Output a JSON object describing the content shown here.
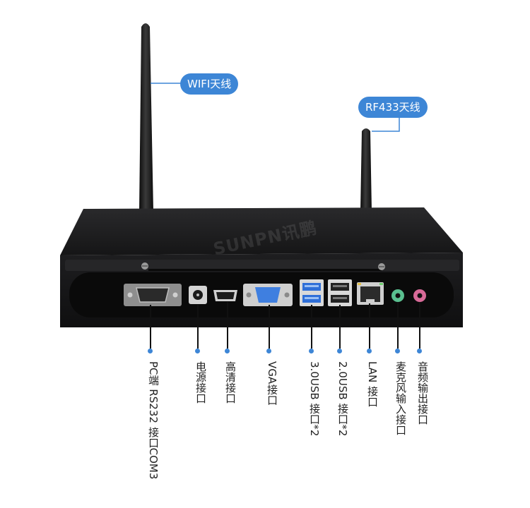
{
  "callouts": {
    "wifi": "WIFI天线",
    "rf": "RF433天线"
  },
  "watermark": "SUNPN讯鹏",
  "ports": [
    {
      "id": "rs232",
      "label": "PC端 RS232 接口COM3"
    },
    {
      "id": "power",
      "label": "电源接口"
    },
    {
      "id": "hdmi",
      "label": "高清接口"
    },
    {
      "id": "vga",
      "label": "VGA接口"
    },
    {
      "id": "usb3",
      "label": "3.0USB 接口*2"
    },
    {
      "id": "usb2",
      "label": "2.0USB 接口*2"
    },
    {
      "id": "lan",
      "label": "LAN 接口"
    },
    {
      "id": "mic",
      "label": "麦克风输入接口"
    },
    {
      "id": "audio",
      "label": "音频输出接口"
    }
  ],
  "colors": {
    "accent": "#3d86d6",
    "body": "#1b1b1c",
    "usb3_tongue": "#2f6fd8",
    "vga_port": "#3f7fe0",
    "mic_jack": "#5ac090",
    "audio_jack": "#d86a98"
  }
}
